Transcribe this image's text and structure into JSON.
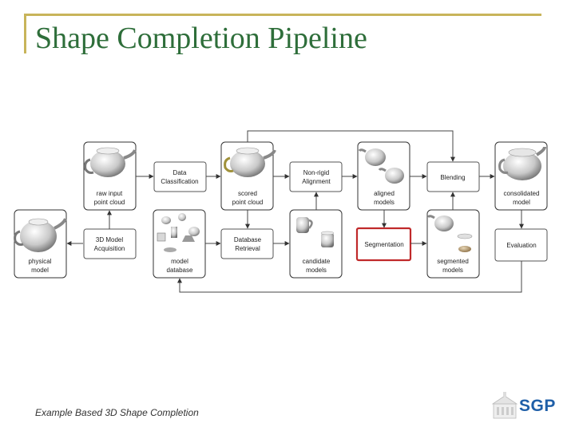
{
  "slide": {
    "title": "Shape Completion Pipeline",
    "footer": "Example Based 3D Shape Completion",
    "logo_text": "SGP"
  },
  "diagram": {
    "nodes": {
      "raw_input": [
        "raw input",
        "point cloud"
      ],
      "data_classification": [
        "Data",
        "Classification"
      ],
      "scored": [
        "scored",
        "point cloud"
      ],
      "non_rigid": [
        "Non-rigid",
        "Alignment"
      ],
      "aligned": [
        "aligned",
        "models"
      ],
      "blending": [
        "Blending"
      ],
      "consolidated": [
        "consolidated",
        "model"
      ],
      "physical": [
        "physical",
        "model"
      ],
      "acquisition": [
        "3D Model",
        "Acquisition"
      ],
      "model_db": [
        "model",
        "database"
      ],
      "db_retrieval": [
        "Database",
        "Retrieval"
      ],
      "candidate": [
        "candidate",
        "models"
      ],
      "segmentation": [
        "Segmentation"
      ],
      "segmented": [
        "segmented",
        "models"
      ],
      "evaluation": [
        "Evaluation"
      ]
    },
    "highlight_color": "#c0292a"
  }
}
